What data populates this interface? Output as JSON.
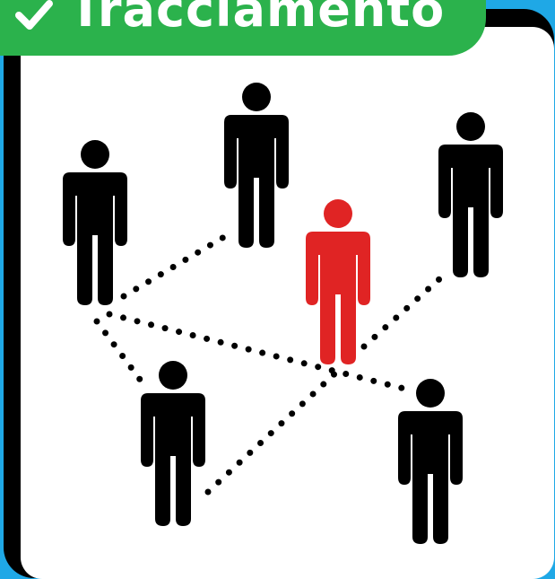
{
  "banner": {
    "title": "Tracciamento",
    "icon": "checkmark-icon",
    "color": "#2bb24c",
    "text_color": "#ffffff"
  },
  "colors": {
    "background": "#1fa8e6",
    "frame": "#000000",
    "panel": "#ffffff",
    "person_contact": "#000000",
    "person_infected": "#e02424"
  },
  "people": [
    {
      "id": "person-left",
      "status": "contact"
    },
    {
      "id": "person-top",
      "status": "contact"
    },
    {
      "id": "person-right",
      "status": "contact"
    },
    {
      "id": "person-center",
      "status": "infected"
    },
    {
      "id": "person-bottom-left",
      "status": "contact"
    },
    {
      "id": "person-bottom-right",
      "status": "contact"
    }
  ]
}
